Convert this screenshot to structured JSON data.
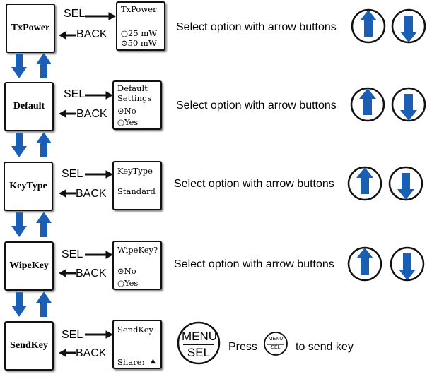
{
  "colors": {
    "arrow_blue": "#1a5fb4",
    "line": "#111111"
  },
  "sel_label": "SEL",
  "back_label": "BACK",
  "rows": [
    {
      "menu": "TxPower",
      "screen_lines": [
        "TxPower",
        "○25 mW",
        "⊙50 mW"
      ],
      "instruction": "Select option with arrow buttons"
    },
    {
      "menu": "Default",
      "screen_lines": [
        "Default",
        "Settings",
        "⊙No",
        "○Yes"
      ],
      "instruction": "Select option with arrow buttons"
    },
    {
      "menu": "KeyType",
      "screen_lines": [
        "KeyType",
        "Standard"
      ],
      "instruction": "Select option with arrow buttons"
    },
    {
      "menu": "WipeKey",
      "screen_lines": [
        "WipeKey?",
        "⊙No",
        "○Yes"
      ],
      "instruction": "Select option with arrow buttons"
    },
    {
      "menu": "SendKey",
      "screen_lines": [
        "SendKey",
        "Share:",
        "▲"
      ],
      "instruction_pre": "Press",
      "instruction_post": "to send key"
    }
  ],
  "menu_button": {
    "top": "MENU",
    "bottom": "SEL"
  }
}
